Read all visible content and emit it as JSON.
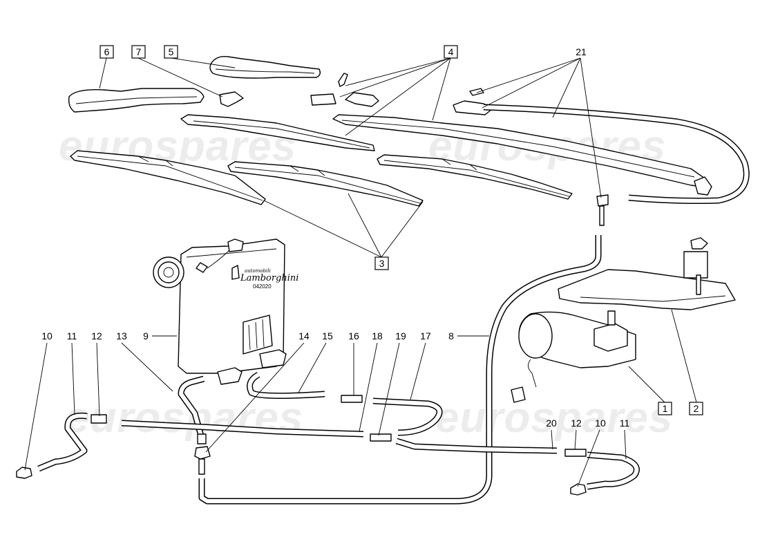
{
  "watermark": {
    "text": "eurospares"
  },
  "tank": {
    "brand_small": "automobili",
    "brand": "Lamborghini",
    "code": "042020"
  },
  "callouts": {
    "boxed": [
      {
        "label": "6"
      },
      {
        "label": "7"
      },
      {
        "label": "5"
      },
      {
        "label": "4"
      },
      {
        "label": "3"
      },
      {
        "label": "1"
      },
      {
        "label": "2"
      }
    ],
    "plain": [
      {
        "label": "21"
      },
      {
        "label": "10"
      },
      {
        "label": "11"
      },
      {
        "label": "12"
      },
      {
        "label": "13"
      },
      {
        "label": "9"
      },
      {
        "label": "14"
      },
      {
        "label": "15"
      },
      {
        "label": "16"
      },
      {
        "label": "18"
      },
      {
        "label": "19"
      },
      {
        "label": "17"
      },
      {
        "label": "8"
      },
      {
        "label": "20"
      },
      {
        "label": "12"
      },
      {
        "label": "10"
      },
      {
        "label": "11"
      }
    ]
  }
}
